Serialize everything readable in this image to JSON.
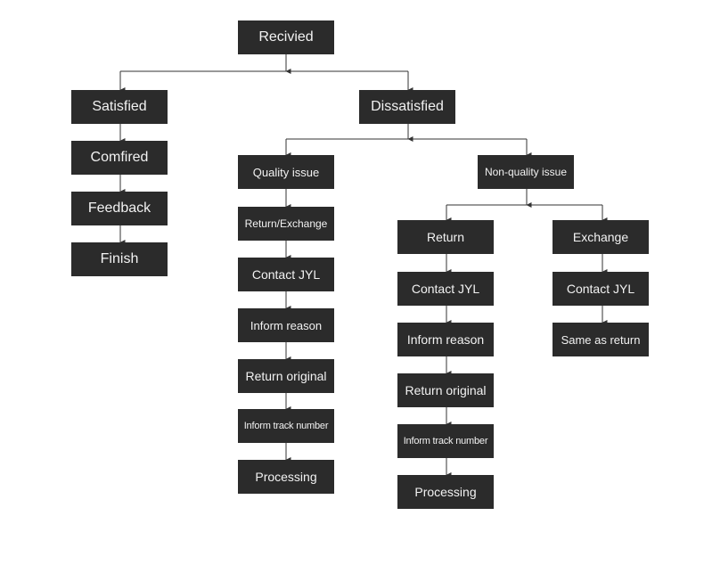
{
  "colors": {
    "node_fill": "#2b2b2b",
    "node_text": "#f2f2f2",
    "connector": "#333333",
    "background": "#ffffff"
  },
  "nodes": {
    "received": "Recivied",
    "satisfied": "Satisfied",
    "confirmed": "Comfired",
    "feedback": "Feedback",
    "finish": "Finish",
    "dissatisfied": "Dissatisfied",
    "quality_issue": "Quality issue",
    "q_return_exchange": "Return/Exchange",
    "q_contact": "Contact JYL",
    "q_inform_reason": "Inform reason",
    "q_return_original": "Return original",
    "q_inform_track": "Inform track number",
    "q_processing": "Processing",
    "non_quality_issue": "Non-quality issue",
    "nq_return": "Return",
    "nqr_contact": "Contact JYL",
    "nqr_inform_reason": "Inform reason",
    "nqr_return_original": "Return original",
    "nqr_inform_track": "Inform track number",
    "nqr_processing": "Processing",
    "nq_exchange": "Exchange",
    "nqe_contact": "Contact JYL",
    "nqe_same_as_return": "Same as return"
  }
}
